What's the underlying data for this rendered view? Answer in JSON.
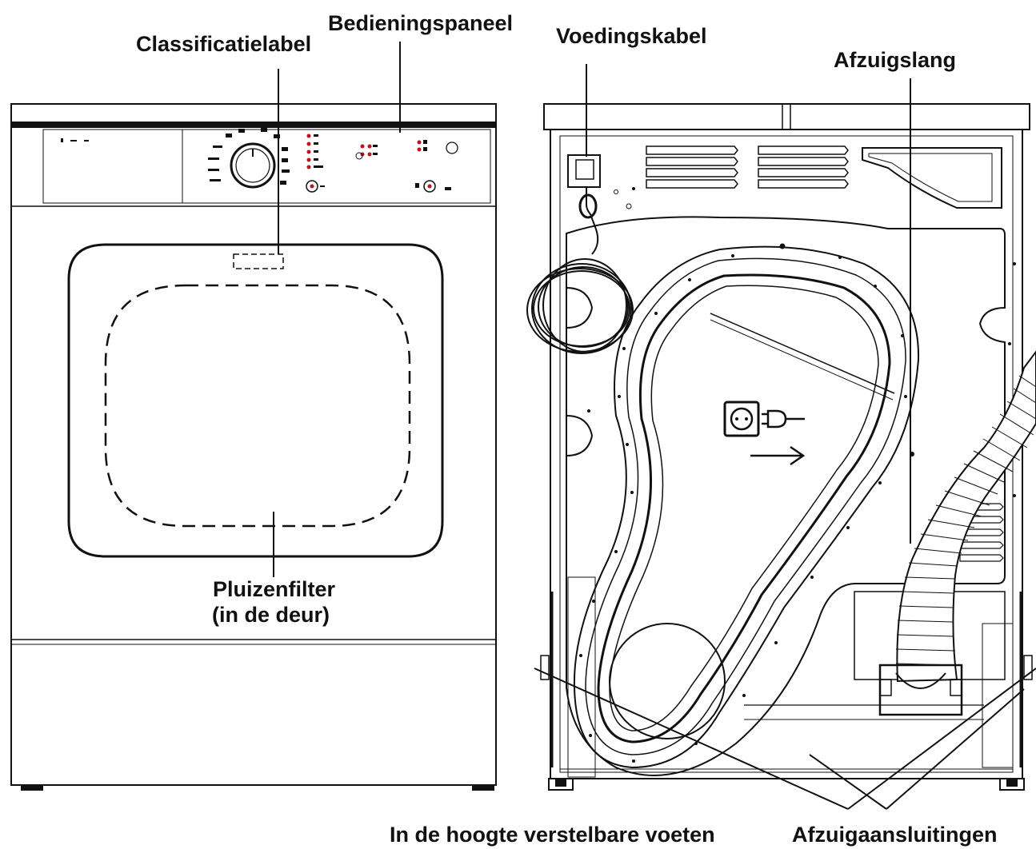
{
  "labels": {
    "classification_label": "Classificatielabel",
    "control_panel": "Bedieningspaneel",
    "power_cable": "Voedingskabel",
    "exhaust_hose": "Afzuigslang",
    "lint_filter_line1": "Pluizenfilter",
    "lint_filter_line2": "(in de deur)",
    "adjustable_feet": "In de hoogte verstelbare voeten",
    "exhaust_connections": "Afzuigaansluitingen"
  },
  "colors": {
    "line": "#111111",
    "background": "#ffffff"
  }
}
